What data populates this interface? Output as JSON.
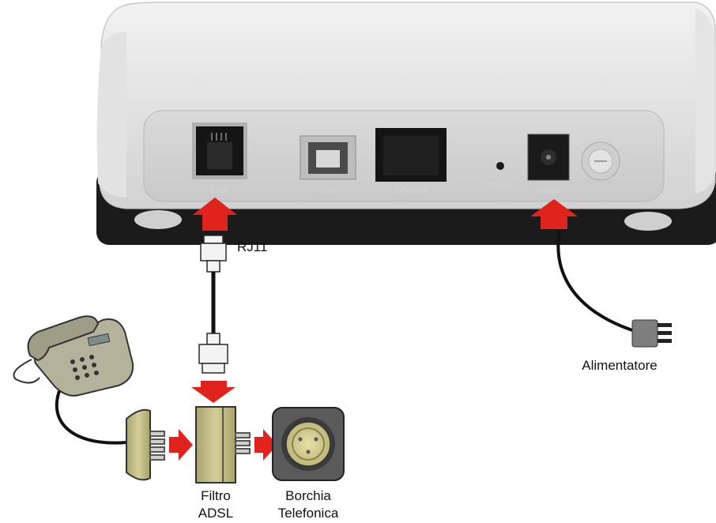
{
  "ports": {
    "line": "Line",
    "usb": "USB",
    "ethernet": "Ethernet",
    "reset": "Reset",
    "power": "Power"
  },
  "labels": {
    "rj11": "RJ11",
    "alimentatore": "Alimentatore",
    "filtro_line1": "Filtro",
    "filtro_line2": "ADSL",
    "borchia_line1": "Borchia",
    "borchia_line2": "Telefonica"
  },
  "colors": {
    "arrow": "#e0231d",
    "device_body": "#e8e8e8",
    "device_base": "#1a1a1a",
    "connector_tan": "#c8c38e",
    "phone_body": "#b9b9a0"
  }
}
